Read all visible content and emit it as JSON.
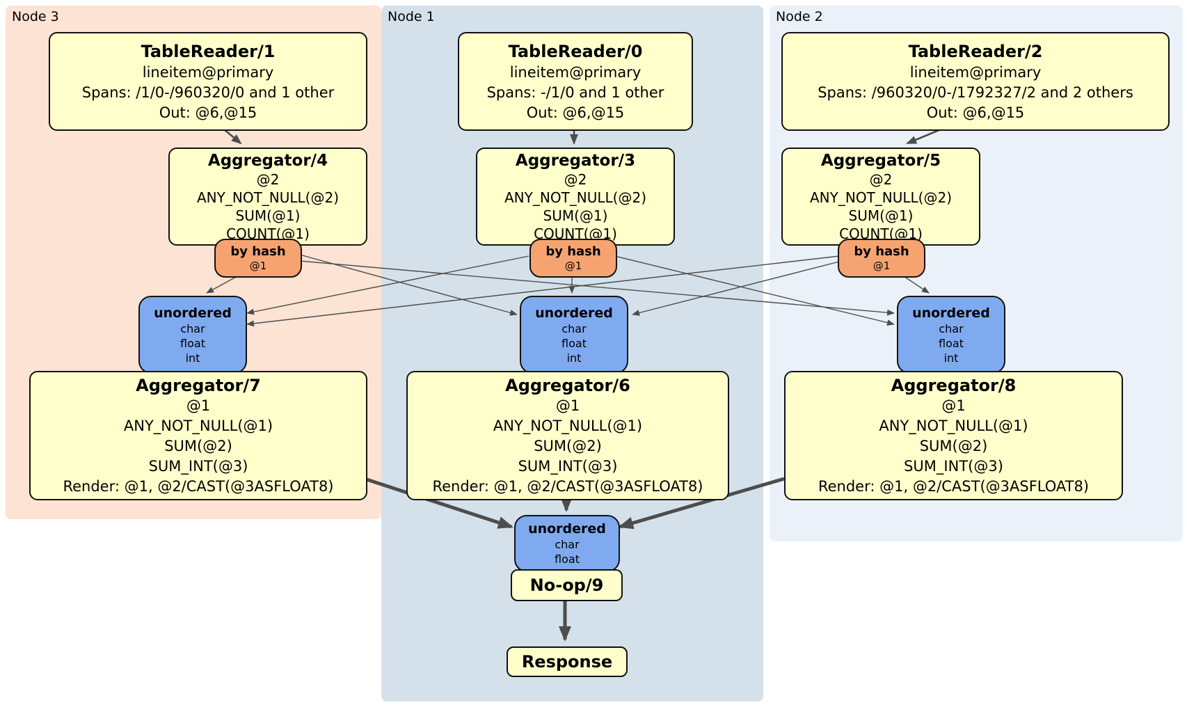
{
  "colors": {
    "processor_fill": "#ffffcc",
    "router_fill": "#f5a471",
    "sync_fill": "#80aaf0",
    "cluster_node3_fill": "#fce3d4",
    "cluster_node1_fill": "#d5e1ea",
    "cluster_node2_fill": "#ebf1f9",
    "edge": "#4d4d4d"
  },
  "clusters": {
    "node3": {
      "label": "Node 3"
    },
    "node1": {
      "label": "Node 1"
    },
    "node2": {
      "label": "Node 2"
    }
  },
  "processors": {
    "tableReader1": {
      "title": "TableReader/1",
      "lines": [
        "lineitem@primary",
        "Spans: /1/0-/960320/0 and 1 other",
        "Out: @6,@15"
      ]
    },
    "tableReader0": {
      "title": "TableReader/0",
      "lines": [
        "lineitem@primary",
        "Spans: -/1/0 and 1 other",
        "Out: @6,@15"
      ]
    },
    "tableReader2": {
      "title": "TableReader/2",
      "lines": [
        "lineitem@primary",
        "Spans: /960320/0-/1792327/2 and 2 others",
        "Out: @6,@15"
      ]
    },
    "aggregator4": {
      "title": "Aggregator/4",
      "lines": [
        "@2",
        "ANY_NOT_NULL(@2)",
        "SUM(@1)",
        "COUNT(@1)"
      ]
    },
    "aggregator3": {
      "title": "Aggregator/3",
      "lines": [
        "@2",
        "ANY_NOT_NULL(@2)",
        "SUM(@1)",
        "COUNT(@1)"
      ]
    },
    "aggregator5": {
      "title": "Aggregator/5",
      "lines": [
        "@2",
        "ANY_NOT_NULL(@2)",
        "SUM(@1)",
        "COUNT(@1)"
      ]
    },
    "aggregator7": {
      "title": "Aggregator/7",
      "lines": [
        "@1",
        "ANY_NOT_NULL(@1)",
        "SUM(@2)",
        "SUM_INT(@3)",
        "Render: @1, @2/CAST(@3ASFLOAT8)"
      ]
    },
    "aggregator6": {
      "title": "Aggregator/6",
      "lines": [
        "@1",
        "ANY_NOT_NULL(@1)",
        "SUM(@2)",
        "SUM_INT(@3)",
        "Render: @1, @2/CAST(@3ASFLOAT8)"
      ]
    },
    "aggregator8": {
      "title": "Aggregator/8",
      "lines": [
        "@1",
        "ANY_NOT_NULL(@1)",
        "SUM(@2)",
        "SUM_INT(@3)",
        "Render: @1, @2/CAST(@3ASFLOAT8)"
      ]
    },
    "noop9": {
      "title": "No-op/9"
    },
    "response": {
      "title": "Response"
    }
  },
  "routers": {
    "byHash3": {
      "title": "by hash",
      "lines": [
        "@1"
      ]
    },
    "byHash1": {
      "title": "by hash",
      "lines": [
        "@1"
      ]
    },
    "byHash2": {
      "title": "by hash",
      "lines": [
        "@1"
      ]
    }
  },
  "syncs": {
    "unordered3": {
      "title": "unordered",
      "lines": [
        "char",
        "float",
        "int"
      ]
    },
    "unordered1": {
      "title": "unordered",
      "lines": [
        "char",
        "float",
        "int"
      ]
    },
    "unordered2": {
      "title": "unordered",
      "lines": [
        "char",
        "float",
        "int"
      ]
    },
    "unorderedFinal": {
      "title": "unordered",
      "lines": [
        "char",
        "float"
      ]
    }
  }
}
